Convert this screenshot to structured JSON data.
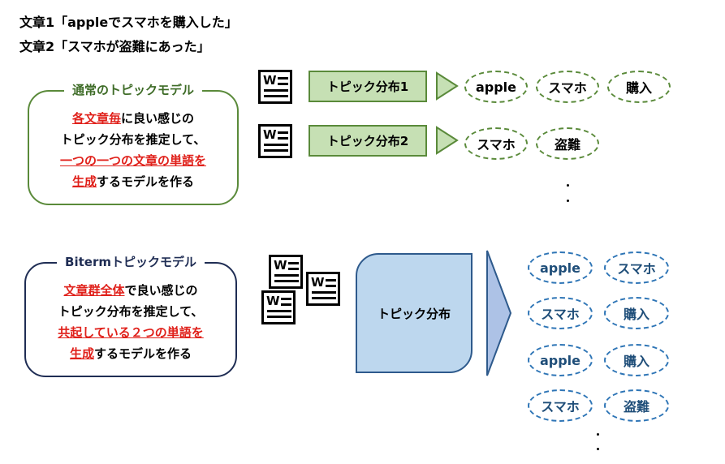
{
  "documents": {
    "doc1": "文章1「appleでスマホを購入した」",
    "doc2": "文章2「スマホが盗難にあった」"
  },
  "normal_model": {
    "title": "通常のトピックモデル",
    "line1_red": "各文章毎",
    "line1_rest": "に良い感じの",
    "line2": "トピック分布を推定して、",
    "line3_red": "一つの一つの文章の単語を",
    "line4_red": "生成",
    "line4_rest": "するモデルを作る"
  },
  "biterm_model": {
    "title": "Bitermトピックモデル",
    "line1_red": "文章群全体",
    "line1_rest": "で良い感じの",
    "line2": "トピック分布を推定して、",
    "line3_red": "共起している２つの単語を",
    "line4_red": "生成",
    "line4_rest": "するモデルを作る"
  },
  "icons": {
    "document": "word-document-icon",
    "arrow": "triangle-arrow-icon"
  },
  "doc_icon_letter": "W",
  "topic_dist_1": "トピック分布1",
  "topic_dist_2": "トピック分布2",
  "topic_dist_shared": "トピック分布",
  "words_row1": [
    "apple",
    "スマホ",
    "購入"
  ],
  "words_row2": [
    "スマホ",
    "盗難"
  ],
  "biterms": [
    [
      "apple",
      "スマホ"
    ],
    [
      "スマホ",
      "購入"
    ],
    [
      "apple",
      "購入"
    ],
    [
      "スマホ",
      "盗難"
    ]
  ],
  "colors": {
    "green_border": "#5a8a3a",
    "green_fill": "#c6e0b4",
    "blue_border": "#2e75b6",
    "blue_fill": "#bdd7ee",
    "highlight_red": "#e0201a",
    "navy": "#1f2d54"
  }
}
